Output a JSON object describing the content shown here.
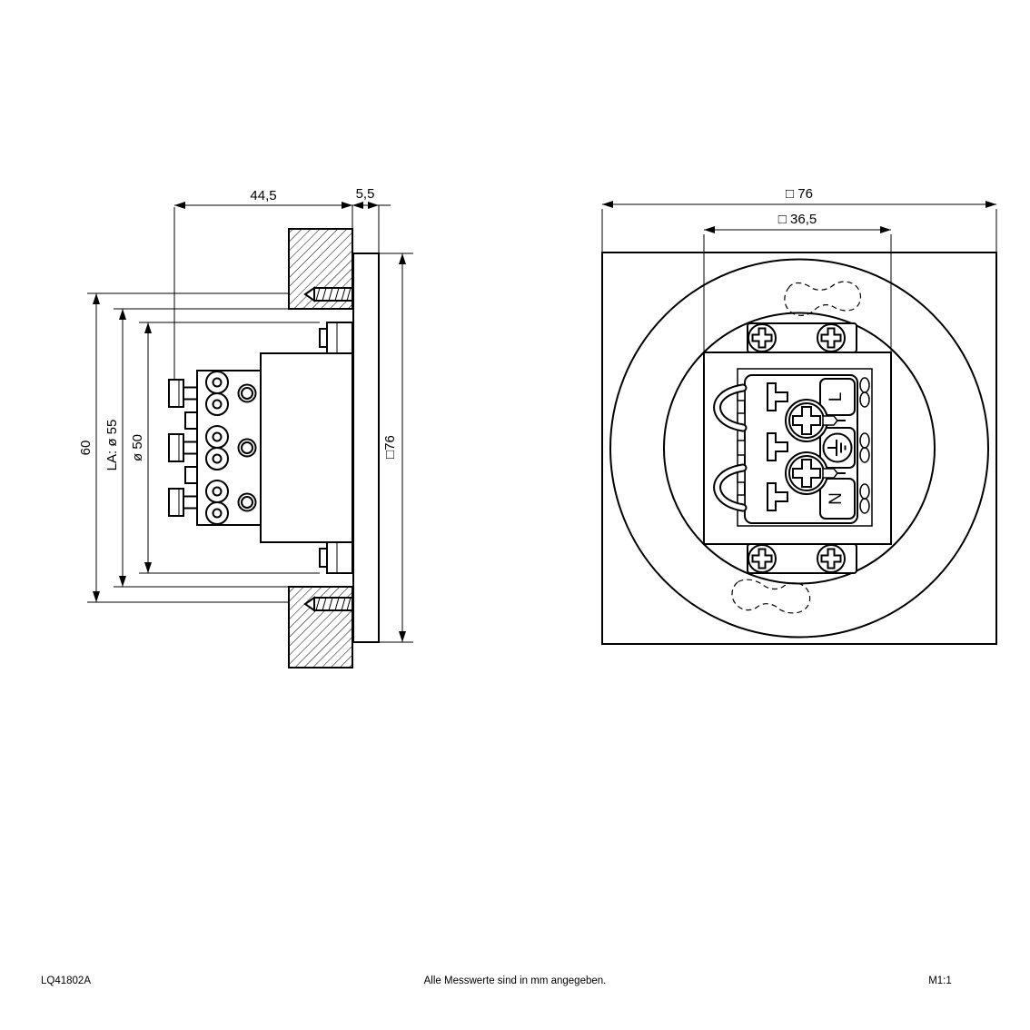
{
  "drawing": {
    "side_view": {
      "dim_depth": "44,5",
      "dim_flange_thickness": "5,5",
      "dim_height": "60",
      "dim_cutout": "LA: ø 55",
      "dim_body_diameter": "ø 50",
      "dim_flange_square": "□76"
    },
    "back_view": {
      "dim_outer_square": "□ 76",
      "dim_inner_square": "□ 36,5",
      "terminal_live": "L",
      "terminal_neutral": "N"
    },
    "icons": {
      "earth": "earth-ground-symbol",
      "screws": "phillips-screw",
      "wall": "hatched-wall-section"
    },
    "footer": {
      "article_number": "LQ41802A",
      "note": "Alle Messwerte sind in mm angegeben.",
      "scale": "M1:1"
    },
    "colors": {
      "line": "#000000",
      "background": "#ffffff"
    }
  }
}
